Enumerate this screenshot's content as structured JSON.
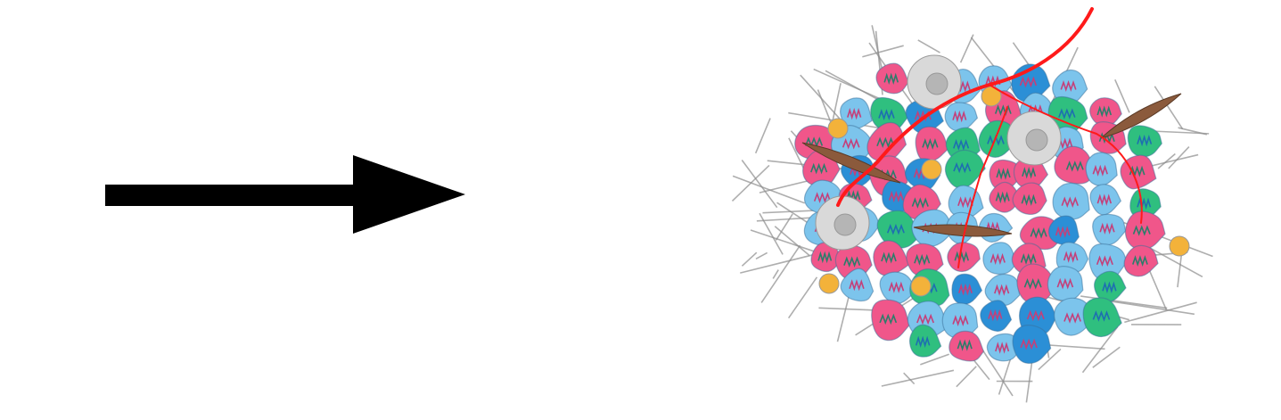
{
  "diagram": {
    "arrow": {
      "direction": "right",
      "color": "#000000"
    },
    "cluster": {
      "palette": {
        "light_blue": "#7cc4ec",
        "blue": "#2b8fd6",
        "pink": "#f0568a",
        "green": "#2fbf7f",
        "gray_cell": "#d9d9d9",
        "orange_cell": "#f3b23a",
        "fibroblast": "#8b5a3c",
        "vessel": "#ff1a1a",
        "fiber": "#8c8c8c"
      },
      "cell_types": [
        "light-blue-cell",
        "blue-cell",
        "pink-cell",
        "green-cell",
        "gray-cell",
        "orange-cell",
        "fibroblast-cell",
        "blood-vessel",
        "matrix-fiber"
      ]
    }
  }
}
